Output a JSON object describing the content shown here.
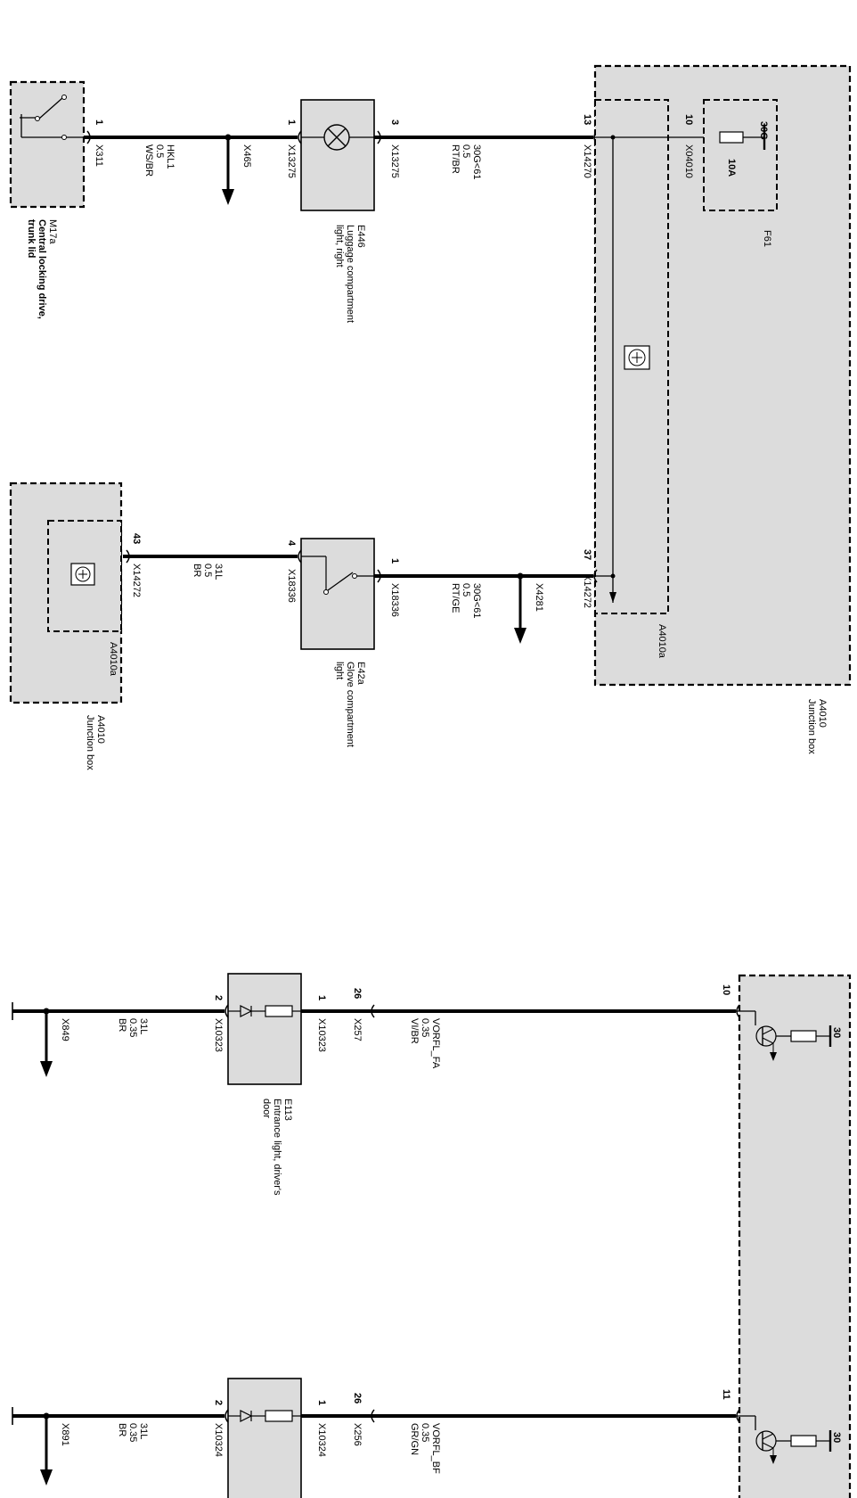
{
  "components": {
    "m17a": {
      "code": "M17a",
      "desc1": "Central locking drive,",
      "desc2": "trunk lid",
      "pin": "1",
      "connector": "X311"
    },
    "e446": {
      "code": "E446",
      "desc1": "Luggage compartment",
      "desc2": "light, right",
      "pin_left": "1",
      "pin_right": "3",
      "conn_left": "X13275",
      "conn_right": "X13275"
    },
    "a4010_top": {
      "code": "A4010",
      "desc": "Junction box",
      "sub": "A4010a",
      "pin1": "13",
      "conn1": "X14270",
      "pin2": "37",
      "conn2": "X14272"
    },
    "f61": {
      "code": "F61",
      "pin": "10",
      "connector": "X04010",
      "rating": "10A",
      "terminal": "30G"
    },
    "e42a": {
      "code": "E42a",
      "desc1": "Glove compartment",
      "desc2": "light",
      "pin_left": "4",
      "pin_right": "1",
      "conn_left": "X18336",
      "conn_right": "X18336"
    },
    "a4010_left": {
      "code": "A4010",
      "desc": "Junction box",
      "sub": "A4010a",
      "pin": "43",
      "connector": "X14272"
    },
    "e113": {
      "code": "E113",
      "desc1": "Entrance light, driver's",
      "desc2": "door",
      "pin_left": "2",
      "pin_right": "1",
      "conn_left": "X10323",
      "conn_right": "X10323"
    },
    "e_passenger": {
      "pin_left": "2",
      "pin_right": "1",
      "conn_left": "X10324",
      "conn_right": "X10324"
    },
    "module_bottom": {
      "pin1": "10",
      "pin2": "11",
      "terminal1": "30",
      "terminal2": "30"
    }
  },
  "wires": {
    "hkl1": {
      "name": "HKL1",
      "gauge": "0.5",
      "color": "WS/BR"
    },
    "x465": "X465",
    "w30g_1": {
      "name": "30G<61",
      "gauge": "0.5",
      "color": "RT/BR"
    },
    "w30g_2": {
      "name": "30G<61",
      "gauge": "0.5",
      "color": "RT/GE"
    },
    "x4281": "X4281",
    "w31l_1": {
      "name": "31L",
      "gauge": "0.5",
      "color": "BR"
    },
    "vorfl_fa": {
      "name": "VORFL_FA",
      "gauge": "0.35",
      "color": "VI/BR",
      "pin": "26",
      "connector": "X257"
    },
    "w31l_2": {
      "name": "31L",
      "gauge": "0.35",
      "color": "BR"
    },
    "x849": "X849",
    "vorfl_bf": {
      "name": "VORFL_BF",
      "gauge": "0.35",
      "color": "GR/GN",
      "pin": "26",
      "connector": "X256"
    },
    "w31l_3": {
      "name": "31L",
      "gauge": "0.35",
      "color": "BR"
    },
    "x891": "X891"
  }
}
